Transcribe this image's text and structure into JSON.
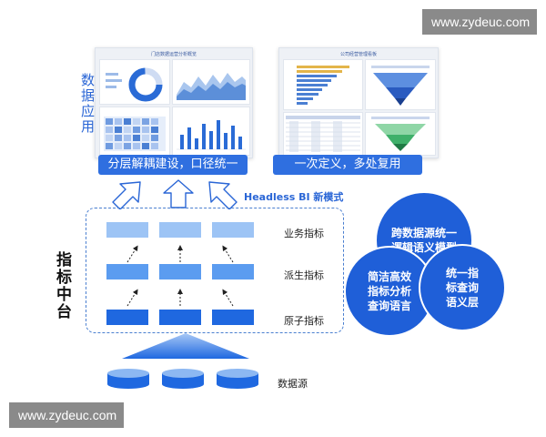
{
  "watermark": {
    "text": "www.zydeuc.com"
  },
  "side_labels": {
    "application": "数据应用",
    "middle_platform": "指标中台"
  },
  "dashboards": {
    "left_title": "门店数据运营分析概览",
    "right_title": "公司经营管理看板"
  },
  "banners": {
    "left": "分层解耦建设，口径统一",
    "right": "一次定义，多处复用"
  },
  "headless_tag": "Headless BI 新模式",
  "layers": {
    "business": "业务指标",
    "derived": "派生指标",
    "atomic": "原子指标",
    "source": "数据源"
  },
  "circles": {
    "cross_source": "跨数据源统一逻辑语义模型",
    "query_language": "简洁高效指标分析查询语言",
    "unified_layer": "统一指标查询语义层"
  },
  "colors": {
    "primary_blue": "#1f5fd8",
    "banner_blue": "#2f6fe0",
    "light_block": "#9dc4f5",
    "dark_block": "#1f68e0"
  }
}
